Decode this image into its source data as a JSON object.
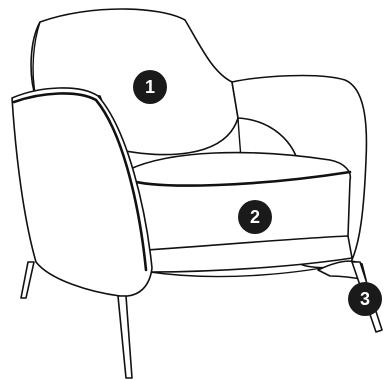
{
  "callouts": [
    {
      "label": "1",
      "part": "backrest"
    },
    {
      "label": "2",
      "part": "seat-cushion"
    },
    {
      "label": "3",
      "part": "legs"
    }
  ]
}
